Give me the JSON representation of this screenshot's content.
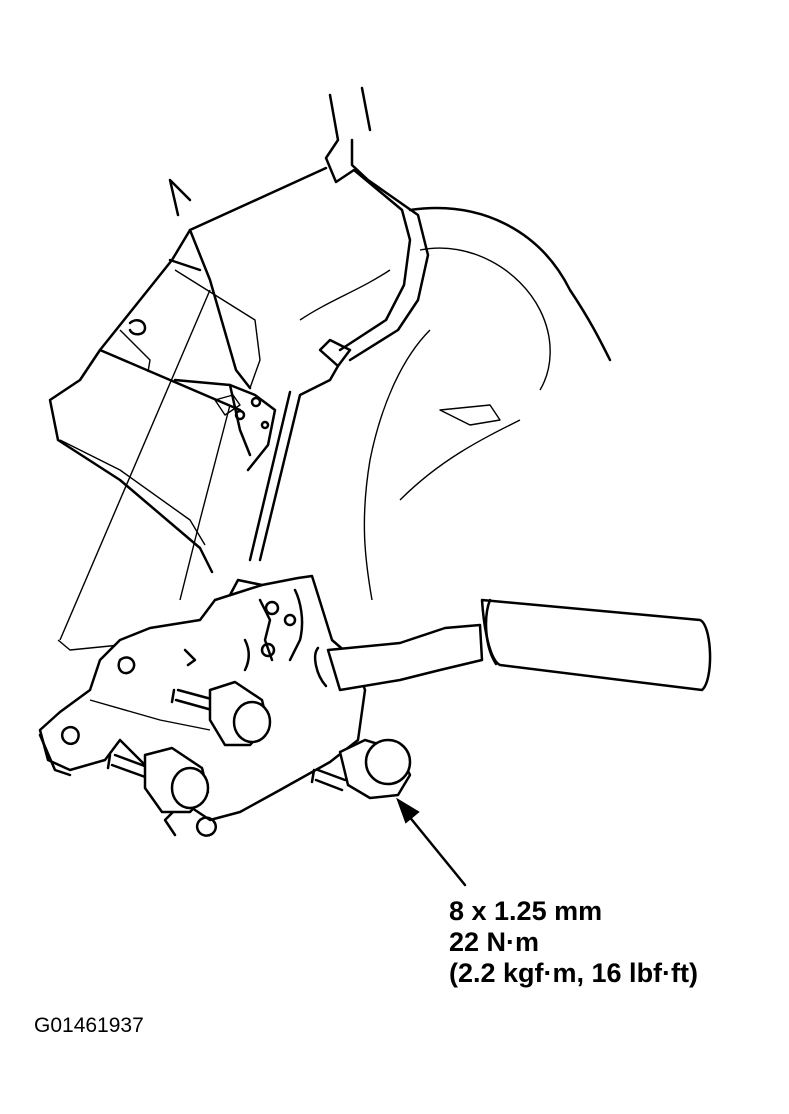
{
  "callout": {
    "size": "8 x 1.25 mm",
    "torque_nm": "22 N·m",
    "torque_alt": "(2.2 kgf·m, 16 lbf·ft)"
  },
  "figure_id": "G01461937"
}
